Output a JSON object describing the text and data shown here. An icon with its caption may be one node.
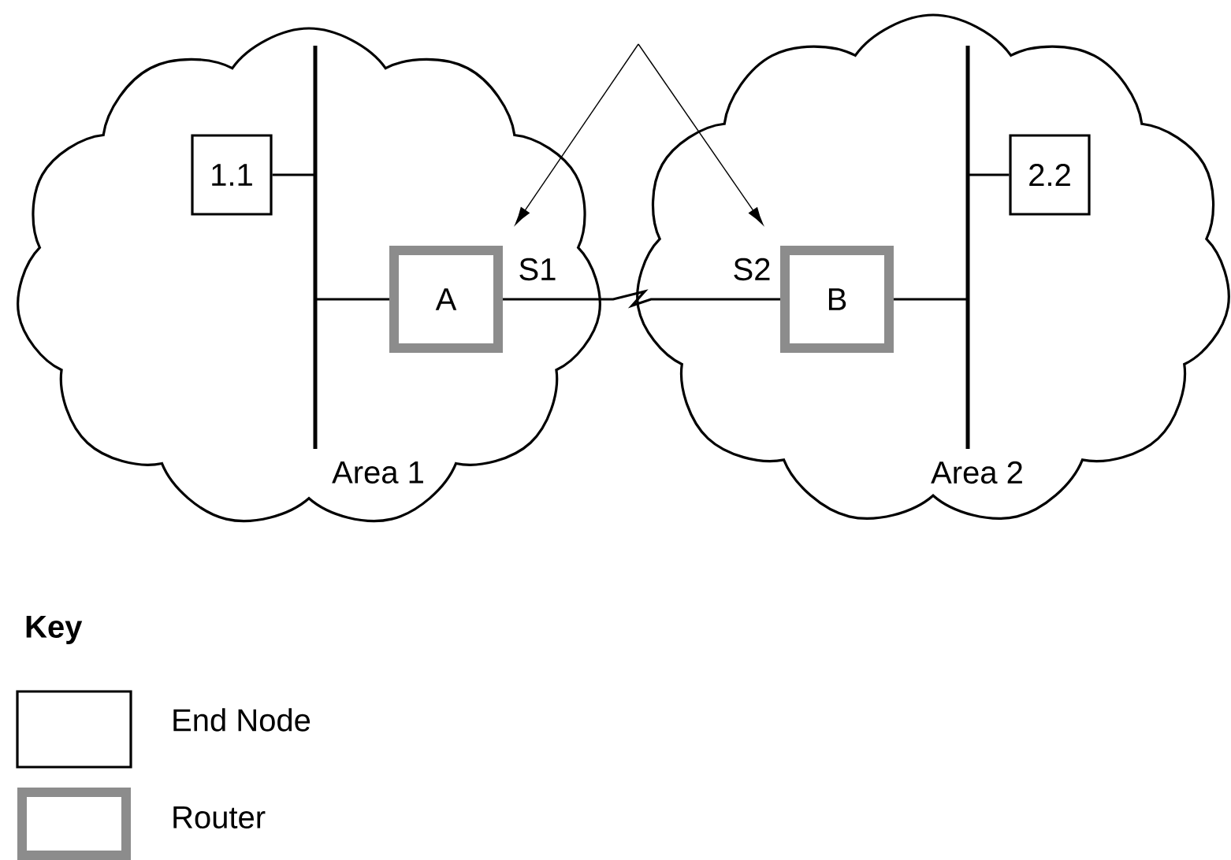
{
  "diagram": {
    "nodes": [
      {
        "text": [
          "Area 1"
        ]
      },
      {
        "text": [],
        "shape": "bar",
        "in": 0
      },
      {
        "text": [
          "1.1"
        ],
        "in": 0
      },
      {
        "text": [
          "A"
        ],
        "in": 0,
        "beside": [
          "S1"
        ]
      },
      {
        "text": [
          "Area 2"
        ]
      },
      {
        "text": [],
        "shape": "bar",
        "in": 4
      },
      {
        "text": [
          "2.2"
        ],
        "in": 4
      },
      {
        "text": [
          "B"
        ],
        "in": 4,
        "beside": [
          "S2"
        ]
      }
    ],
    "edges": [
      {
        "from": 2,
        "to": 1,
        "arrow": "none"
      },
      {
        "from": 3,
        "to": 1,
        "arrow": "none"
      },
      {
        "from": 3,
        "to": 7,
        "arrow": "none"
      },
      {
        "from": 7,
        "to": 5,
        "arrow": "none"
      },
      {
        "from": 6,
        "to": 5,
        "arrow": "none"
      },
      {
        "from": null,
        "to": 3,
        "arrow": "to"
      },
      {
        "from": null,
        "to": 7,
        "arrow": "to"
      }
    ],
    "labels": [
      "Key"
    ],
    "legend": [
      {
        "text": "End Node"
      },
      {
        "text": "Router"
      }
    ]
  }
}
